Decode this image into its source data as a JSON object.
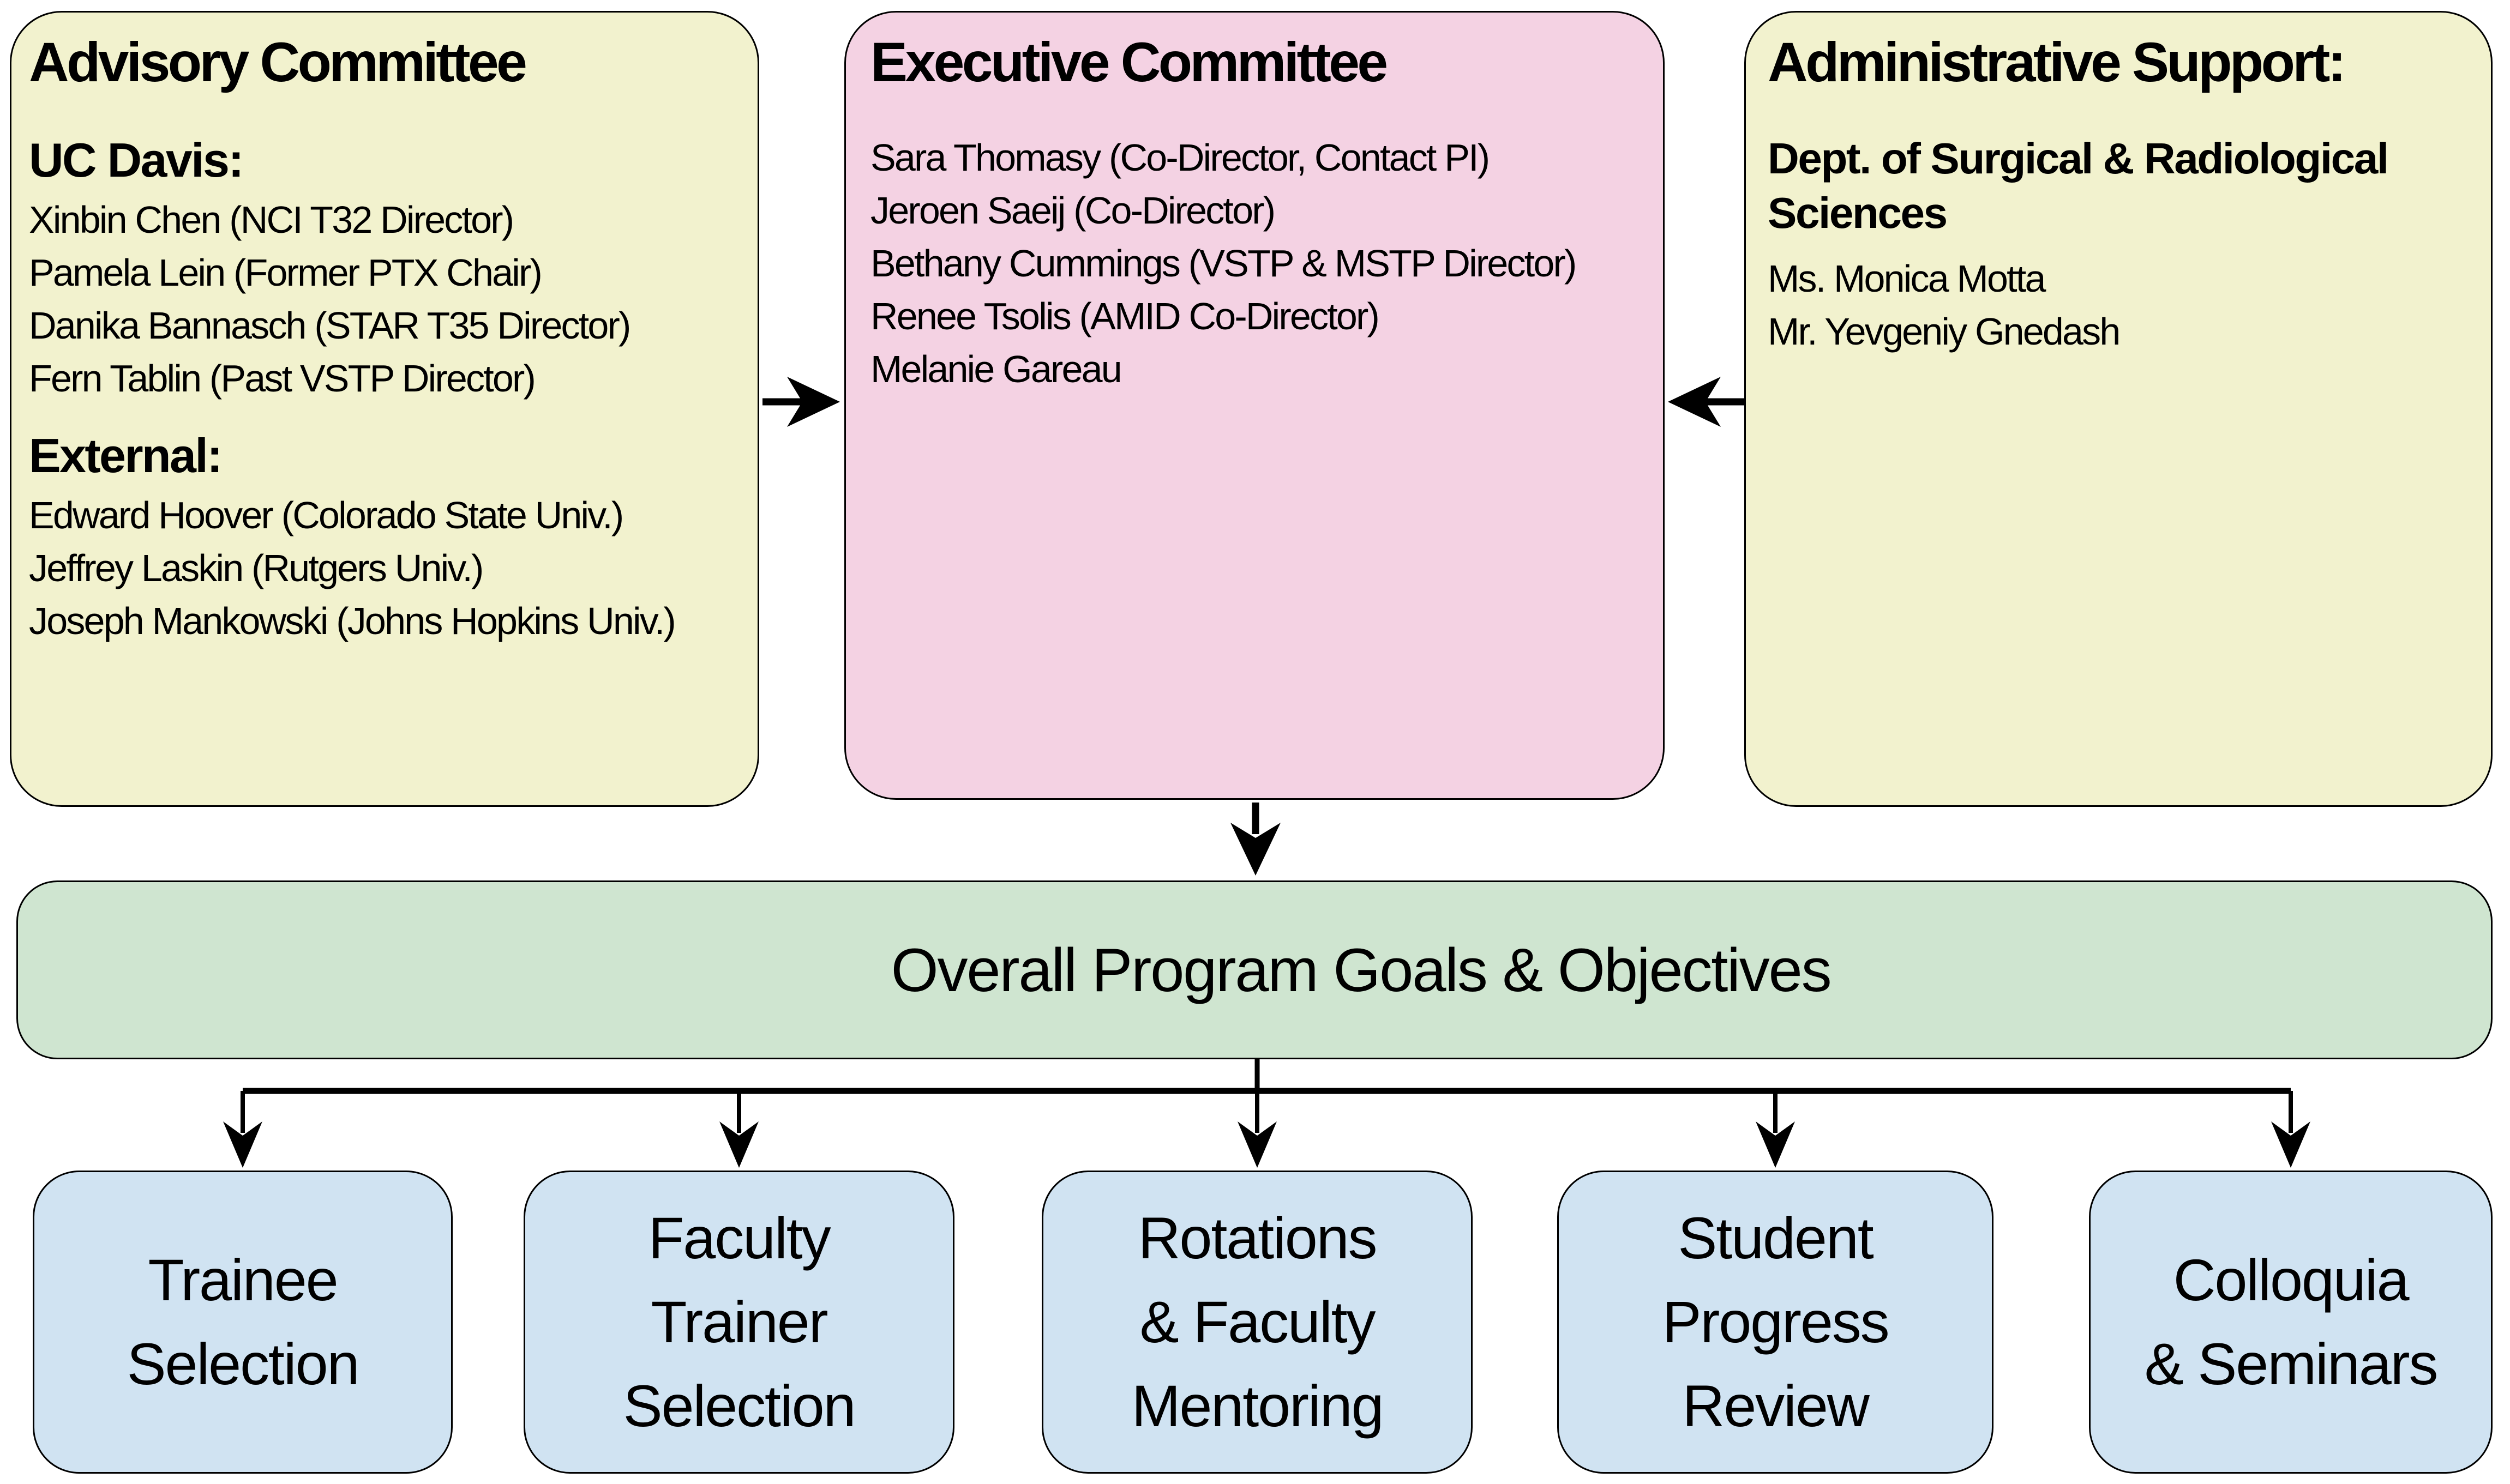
{
  "advisory": {
    "title": "Advisory Committee",
    "groups": [
      {
        "heading": "UC Davis:",
        "members": [
          "Xinbin Chen (NCI T32 Director)",
          "Pamela Lein (Former PTX Chair)",
          "Danika Bannasch (STAR T35 Director)",
          "Fern Tablin (Past VSTP Director)"
        ]
      },
      {
        "heading": "External:",
        "members": [
          "Edward Hoover (Colorado State Univ.)",
          "Jeffrey Laskin (Rutgers Univ.)",
          "Joseph Mankowski (Johns Hopkins Univ.)"
        ]
      }
    ]
  },
  "executive": {
    "title": "Executive Committee",
    "members": [
      "Sara Thomasy (Co-Director, Contact PI)",
      "Jeroen Saeij (Co-Director)",
      "Bethany Cummings (VSTP & MSTP Director)",
      "Renee Tsolis (AMID Co-Director)",
      "Melanie Gareau"
    ]
  },
  "admin": {
    "title": "Administrative Support:",
    "subheading": "Dept. of Surgical & Radiological\nSciences",
    "members": [
      "Ms. Monica Motta",
      "Mr. Yevgeniy Gnedash"
    ]
  },
  "goals": {
    "label": "Overall Program Goals & Objectives"
  },
  "functions": [
    {
      "label": "Trainee\nSelection"
    },
    {
      "label": "Faculty\nTrainer\nSelection"
    },
    {
      "label": "Rotations\n& Faculty\nMentoring"
    },
    {
      "label": "Student\nProgress\nReview"
    },
    {
      "label": "Colloquia\n& Seminars"
    }
  ],
  "colors": {
    "advisory_fill": "#f2f2ce",
    "executive_fill": "#f4d2e3",
    "admin_fill": "#f2f2ce",
    "goals_fill": "#cfe5d0",
    "functions_fill": "#d0e3f2",
    "line": "#000000"
  }
}
